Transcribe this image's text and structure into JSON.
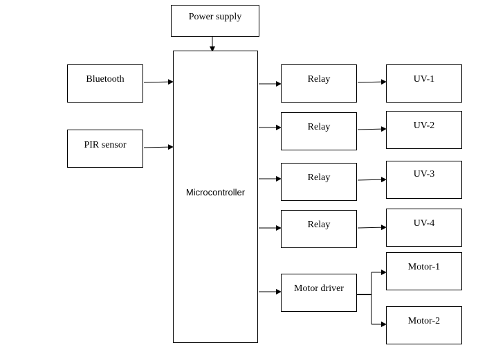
{
  "blocks": {
    "power_supply": "Power supply",
    "bluetooth": "Bluetooth",
    "pir_sensor": "PIR sensor",
    "microcontroller": "Microcontroller",
    "relay_1": "Relay",
    "relay_2": "Relay",
    "relay_3": "Relay",
    "relay_4": "Relay",
    "uv_1": "UV-1",
    "uv_2": "UV-2",
    "uv_3": "UV-3",
    "uv_4": "UV-4",
    "motor_driver": "Motor driver",
    "motor_1": "Motor-1",
    "motor_2": "Motor-2"
  },
  "colors": {
    "line": "#000000",
    "fill": "#ffffff"
  }
}
